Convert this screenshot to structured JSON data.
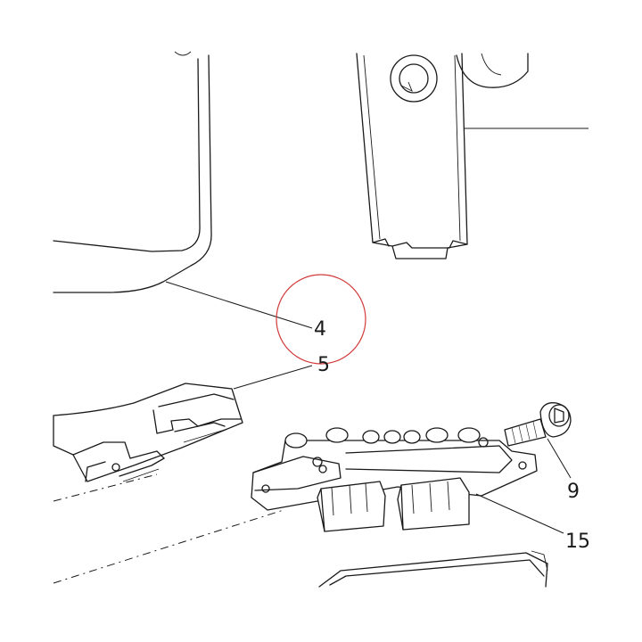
{
  "callouts": {
    "part_4": "4",
    "part_5": "5",
    "part_9": "9",
    "part_15": "15"
  },
  "colors": {
    "line": "#1a1a1a",
    "background": "#ffffff",
    "highlight_circle": "#d23a3a"
  }
}
